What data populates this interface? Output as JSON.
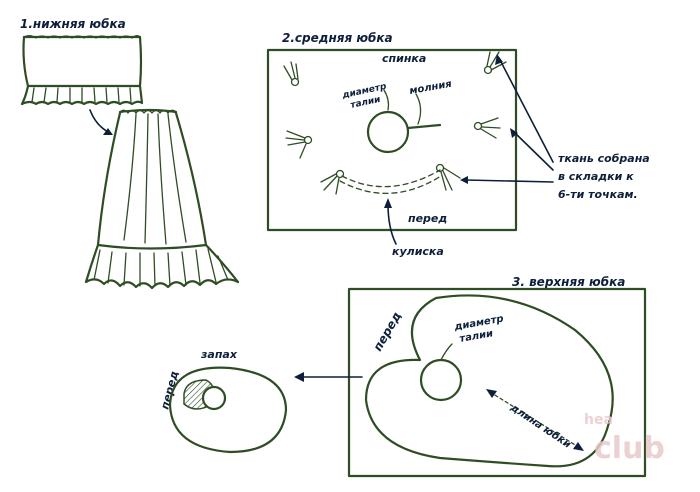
{
  "sections": {
    "lower_skirt": {
      "title": "1.нижняя юбка"
    },
    "middle_skirt": {
      "title": "2.средняя юбка",
      "back": "спинка",
      "waist": [
        "диаметр",
        "талии"
      ],
      "zipper": "молния",
      "front": "перед",
      "drawstring": "кулиска",
      "gathered_note": [
        "ткань собрана",
        "в складки к",
        "6-ти точкам."
      ]
    },
    "upper_skirt": {
      "title": "3. верхняя юбка",
      "front": "перед",
      "waist": [
        "диаметр",
        "талии"
      ],
      "skirt_length": "длина юбки"
    },
    "wrap_detail": {
      "front": "перед",
      "wrap": "запах"
    }
  },
  "watermark": {
    "word1": "hea",
    "word2": "club"
  },
  "colors": {
    "ink": "#2f4d24",
    "text": "#0d1f3a",
    "watermark": "#e9c9cc"
  }
}
